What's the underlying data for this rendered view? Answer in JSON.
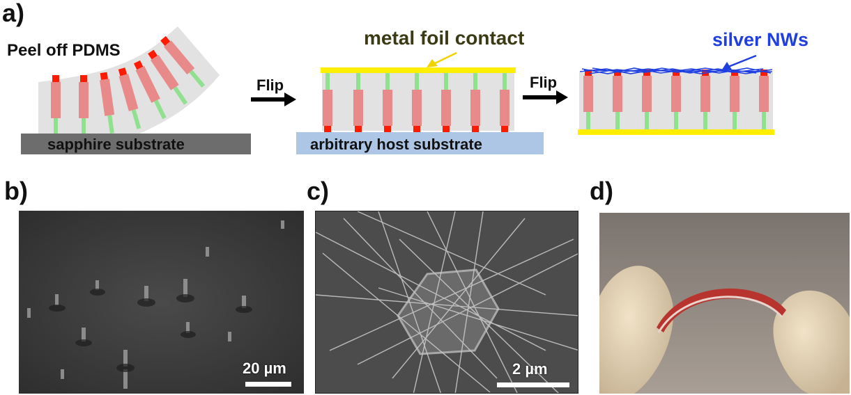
{
  "panels": {
    "a": {
      "letter": "a)",
      "peel_label": "Peel off PDMS",
      "sapphire_label": "sapphire substrate",
      "flip1_label": "Flip",
      "metal_foil_label": "metal foil contact",
      "host_label": "arbitrary host substrate",
      "flip2_label": "Flip",
      "silver_label": "silver NWs"
    },
    "b": {
      "letter": "b)",
      "scalebar": "20 µm"
    },
    "c": {
      "letter": "c)",
      "scalebar": "2 µm"
    },
    "d": {
      "letter": "d)"
    }
  },
  "colors": {
    "pdms": "#e2e2e2",
    "nanowire_body": "#e98a8a",
    "nanowire_cap": "#ff1a00",
    "nanowire_base": "#8fe08f",
    "metal_foil": "#ffee00",
    "host_substrate": "#aec6e6",
    "sapphire": "#6d6d6d",
    "arrow_yellow": "#f2d200",
    "silver_blue": "#1f3fe0",
    "sem_b_bg": "#3c3c3c",
    "sem_c_bg": "#4a4a4a",
    "photo_bg": "#8a8079"
  }
}
